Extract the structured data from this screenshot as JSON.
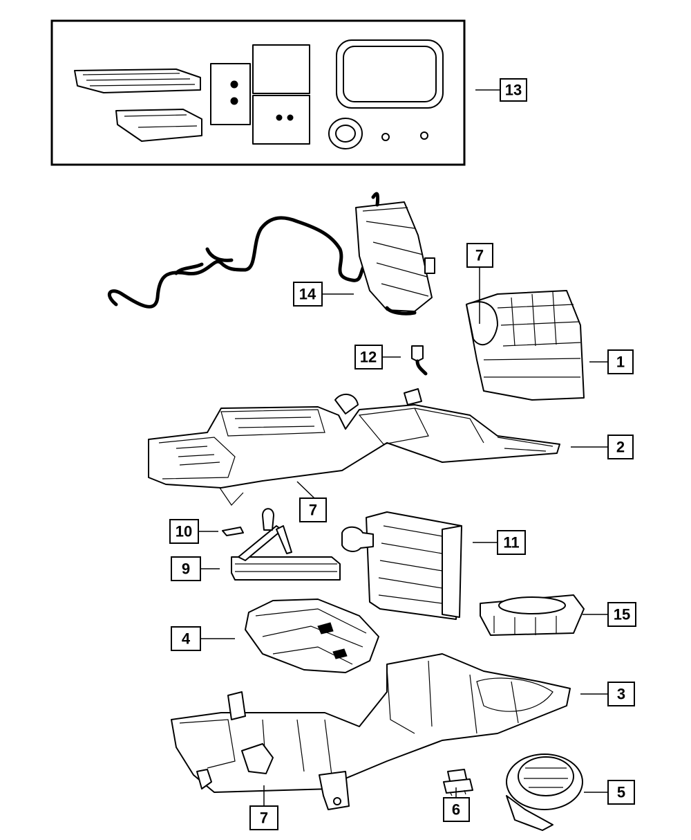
{
  "callouts": [
    {
      "id": "c13",
      "label": "13"
    },
    {
      "id": "c14",
      "label": "14"
    },
    {
      "id": "c7a",
      "label": "7"
    },
    {
      "id": "c12",
      "label": "12"
    },
    {
      "id": "c1",
      "label": "1"
    },
    {
      "id": "c2",
      "label": "2"
    },
    {
      "id": "c7b",
      "label": "7"
    },
    {
      "id": "c10",
      "label": "10"
    },
    {
      "id": "c11",
      "label": "11"
    },
    {
      "id": "c9",
      "label": "9"
    },
    {
      "id": "c15",
      "label": "15"
    },
    {
      "id": "c4",
      "label": "4"
    },
    {
      "id": "c3",
      "label": "3"
    },
    {
      "id": "c5",
      "label": "5"
    },
    {
      "id": "c7c",
      "label": "7"
    },
    {
      "id": "c6",
      "label": "6"
    }
  ],
  "colors": {
    "line": "#000000",
    "background": "#ffffff"
  }
}
